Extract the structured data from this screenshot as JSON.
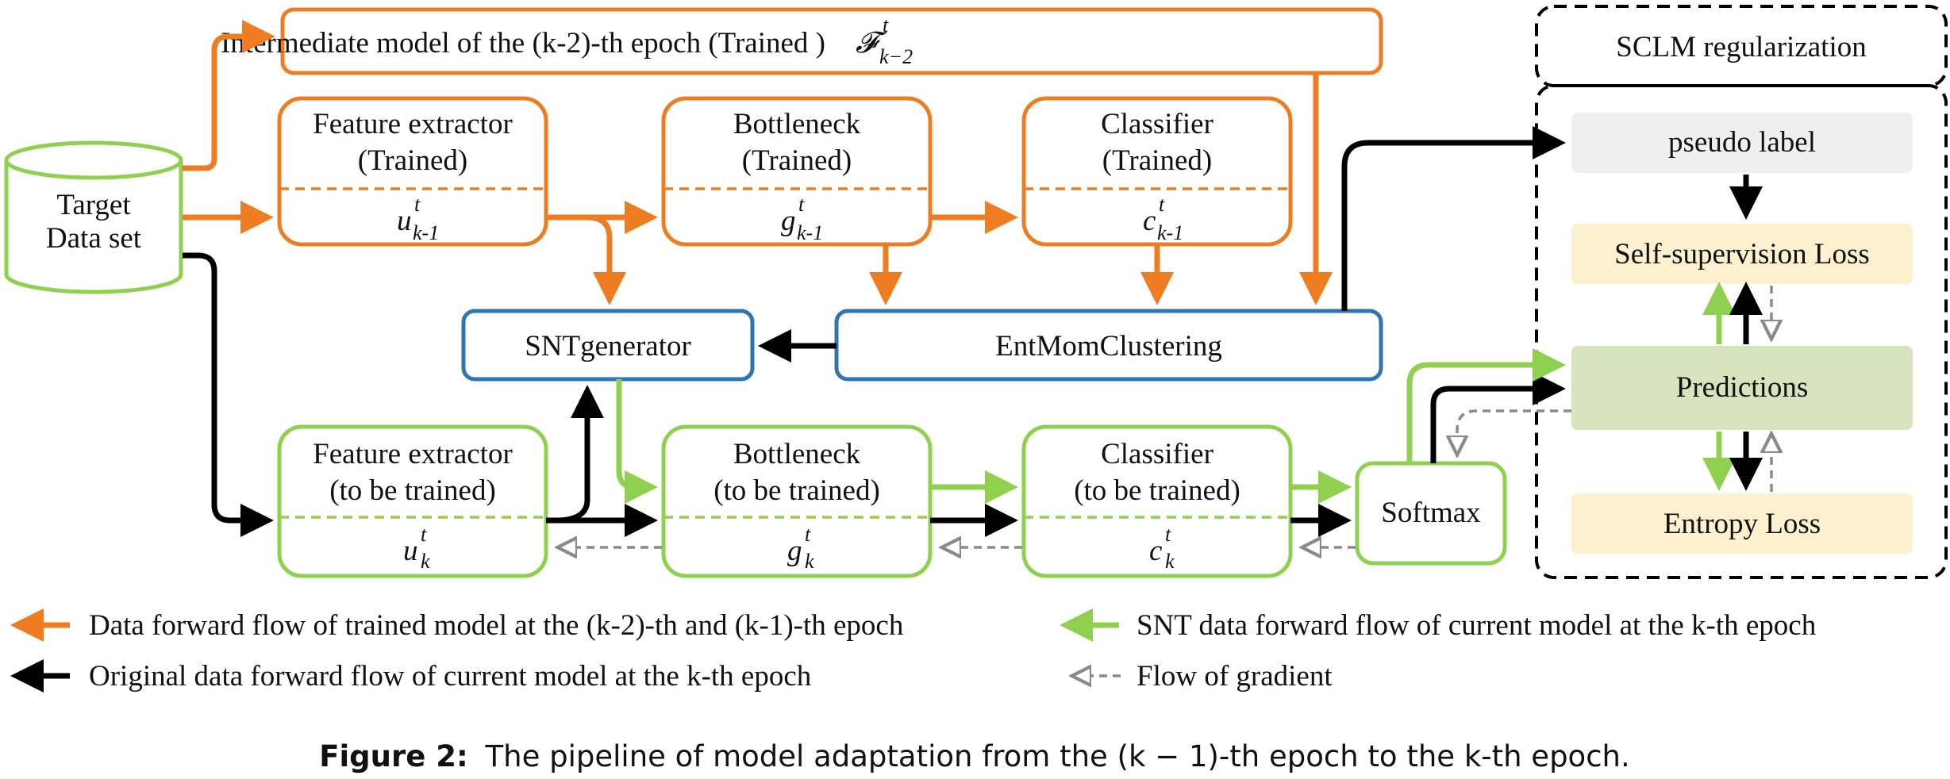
{
  "colors": {
    "trained": "#ee7d22",
    "current": "#8fd14f",
    "original": "#000000",
    "gradient": "#8a8a8a",
    "module": "#2e75b6",
    "pseudo_fill": "#efefef",
    "loss_fill": "#fdf0cf",
    "pred_fill": "#d6e3bd",
    "dashed_box": "#000000"
  },
  "nodes": {
    "target": {
      "line1": "Target",
      "line2": "Data set"
    },
    "intermediate": {
      "label": "Intermediate model of the (k-2)-th epoch (Trained )",
      "symbol": "𝓕",
      "sup": "t",
      "sub": "k−2"
    },
    "fe_trained": {
      "line1": "Feature extractor",
      "line2": "(Trained)",
      "var": "u",
      "sup": "t",
      "sub": "k-1"
    },
    "bn_trained": {
      "line1": "Bottleneck",
      "line2": "(Trained)",
      "var": "g",
      "sup": "t",
      "sub": "k-1"
    },
    "cl_trained": {
      "line1": "Classifier",
      "line2": "(Trained)",
      "var": "c",
      "sup": "t",
      "sub": "k-1"
    },
    "snt_generator": {
      "label": "SNTgenerator"
    },
    "ent_mom": {
      "label": "EntMomClustering"
    },
    "fe_current": {
      "line1": "Feature extractor",
      "line2": "(to be trained)",
      "var": "u",
      "sup": "t",
      "sub": "k"
    },
    "bn_current": {
      "line1": "Bottleneck",
      "line2": "(to be trained)",
      "var": "g",
      "sup": "t",
      "sub": "k"
    },
    "cl_current": {
      "line1": "Classifier",
      "line2": "(to be trained)",
      "var": "c",
      "sup": "t",
      "sub": "k"
    },
    "softmax": {
      "label": "Softmax"
    }
  },
  "sclm": {
    "title": "SCLM regularization",
    "pseudo_label": "pseudo label",
    "self_supervision": "Self-supervision Loss",
    "predictions": "Predictions",
    "entropy": "Entropy Loss"
  },
  "legend": {
    "trained_flow": "Data forward flow of trained model at the (k-2)-th and (k-1)-th epoch",
    "original_flow": "Original data forward flow of current model at the k-th epoch",
    "snt_flow": "SNT data forward flow of current model at the k-th epoch",
    "gradient_flow": "Flow of gradient"
  },
  "caption": {
    "prefix": "Figure 2:",
    "text": "The pipeline of model adaptation from the (k − 1)-th epoch to the k-th epoch."
  }
}
